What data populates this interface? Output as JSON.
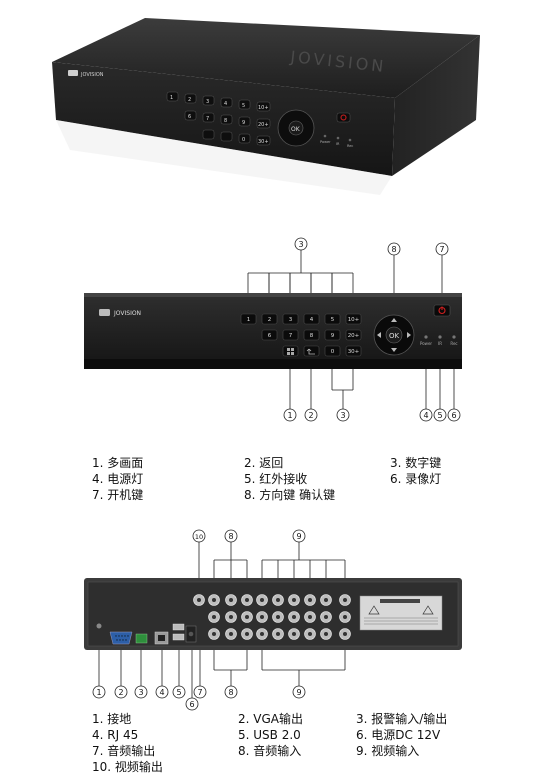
{
  "device": {
    "brand": "JOVISION",
    "logo_mark": "JV",
    "power_icon": "power-icon"
  },
  "front_buttons": {
    "row1": [
      "1",
      "2",
      "3",
      "4",
      "5",
      "10+"
    ],
    "row2": [
      "6",
      "7",
      "8",
      "9",
      "20+"
    ],
    "row3": [
      "0",
      "30+"
    ],
    "nav_center": "OK",
    "indicators": [
      "Power",
      "IR",
      "Rec"
    ]
  },
  "front_callouts": [
    "①",
    "②",
    "③",
    "④",
    "⑤",
    "⑥",
    "⑦",
    "⑧"
  ],
  "front_legend": [
    [
      "1.  多画面",
      "2.  返回",
      "3.  数字键"
    ],
    [
      "4.  电源灯",
      "5.  红外接收",
      "6.  录像灯"
    ],
    [
      "7.  开机键",
      "8.  方向键 确认键",
      ""
    ]
  ],
  "rear_callouts": [
    "①",
    "②",
    "③",
    "④",
    "⑤",
    "⑥",
    "⑦",
    "⑧",
    "⑨",
    "⑩"
  ],
  "rear_legend": [
    [
      "1.    接地",
      "2.  VGA输出",
      "3.  报警输入/输出"
    ],
    [
      "4.    RJ 45",
      "5.  USB 2.0",
      "6.  电源DC 12V"
    ],
    [
      "7.    音频输出",
      "8.  音频输入",
      "9.  视频输入"
    ],
    [
      "10.  视频输出",
      "",
      ""
    ]
  ],
  "colors": {
    "body": "#2b2b2b",
    "panel": "#1f1f1f",
    "rear": "#3a3a3a",
    "power_red": "#d32020"
  }
}
